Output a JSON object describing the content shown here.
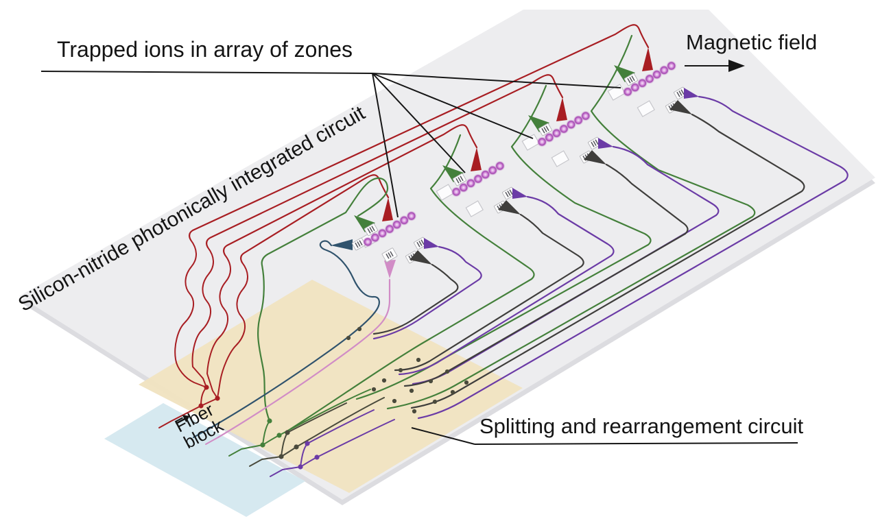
{
  "figure": {
    "labels": {
      "trapped_ions": "Trapped ions in array of zones",
      "magnetic_field": "Magnetic field",
      "chip_label": "Silicon-nitride photonically integrated circuit",
      "splitting_label": "Splitting and rearrangement circuit",
      "fiber_line1": "Fiber",
      "fiber_line2": "block"
    },
    "zones": {
      "count": 4,
      "ions_per_zone": 7,
      "pointer_lines_from_label": 4,
      "components_per_zone": [
        "red-emitter",
        "green-loop-emitter",
        "purple-collector",
        "dark-collector",
        "detector-boxes"
      ],
      "zone1_extra_components": [
        "navy-emitter",
        "pink-emitter"
      ]
    },
    "regions": [
      "photonic-chip",
      "splitting-and-rearrangement-circuit",
      "fiber-block"
    ],
    "waveguides": [
      {
        "name": "red",
        "count": 4
      },
      {
        "name": "green",
        "count": 4
      },
      {
        "name": "purple",
        "count": 4
      },
      {
        "name": "dark",
        "count": 4
      },
      {
        "name": "navy",
        "count": 1
      },
      {
        "name": "pink",
        "count": 1
      }
    ]
  },
  "colors": {
    "red": "#a81e23",
    "green": "#44803b",
    "navy": "#30536d",
    "pink": "#d18cc6",
    "purple": "#6b3ba6",
    "dark": "#3f3e3c",
    "olive": "#4a4a3c",
    "chip": "#ededef",
    "chipRim": "#dcdce0",
    "tan": "#f0e3c1",
    "blue": "#d6e9f0",
    "ionCore": "#b75fc2",
    "text": "#141414"
  }
}
